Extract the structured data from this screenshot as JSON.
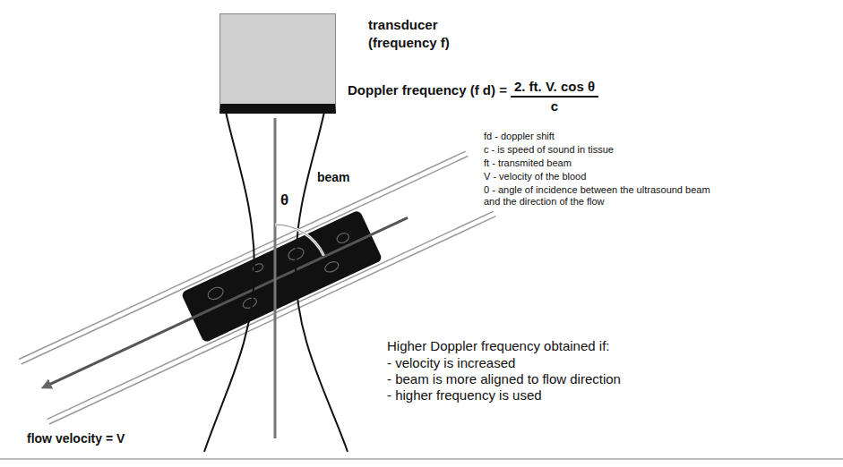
{
  "diagram": {
    "nodes": [
      {
        "text": [
          "transducer (frequency f)"
        ]
      }
    ],
    "labels": [
      "beam",
      "θ",
      "Doppler frequency (f d) =",
      "2. ft. V. cos θ",
      "c",
      "fd - doppler shift",
      "c - is speed of sound in tissue",
      "ft - transmited beam",
      "V - velocity of the blood",
      "0 - angle of incidence between the ultrasound beam and the direction of the flow",
      "Higher Doppler frequency obtained if:",
      "- velocity is increased",
      "- beam is more aligned to flow direction",
      "- higher frequency is used",
      "flow velocity = V"
    ]
  }
}
